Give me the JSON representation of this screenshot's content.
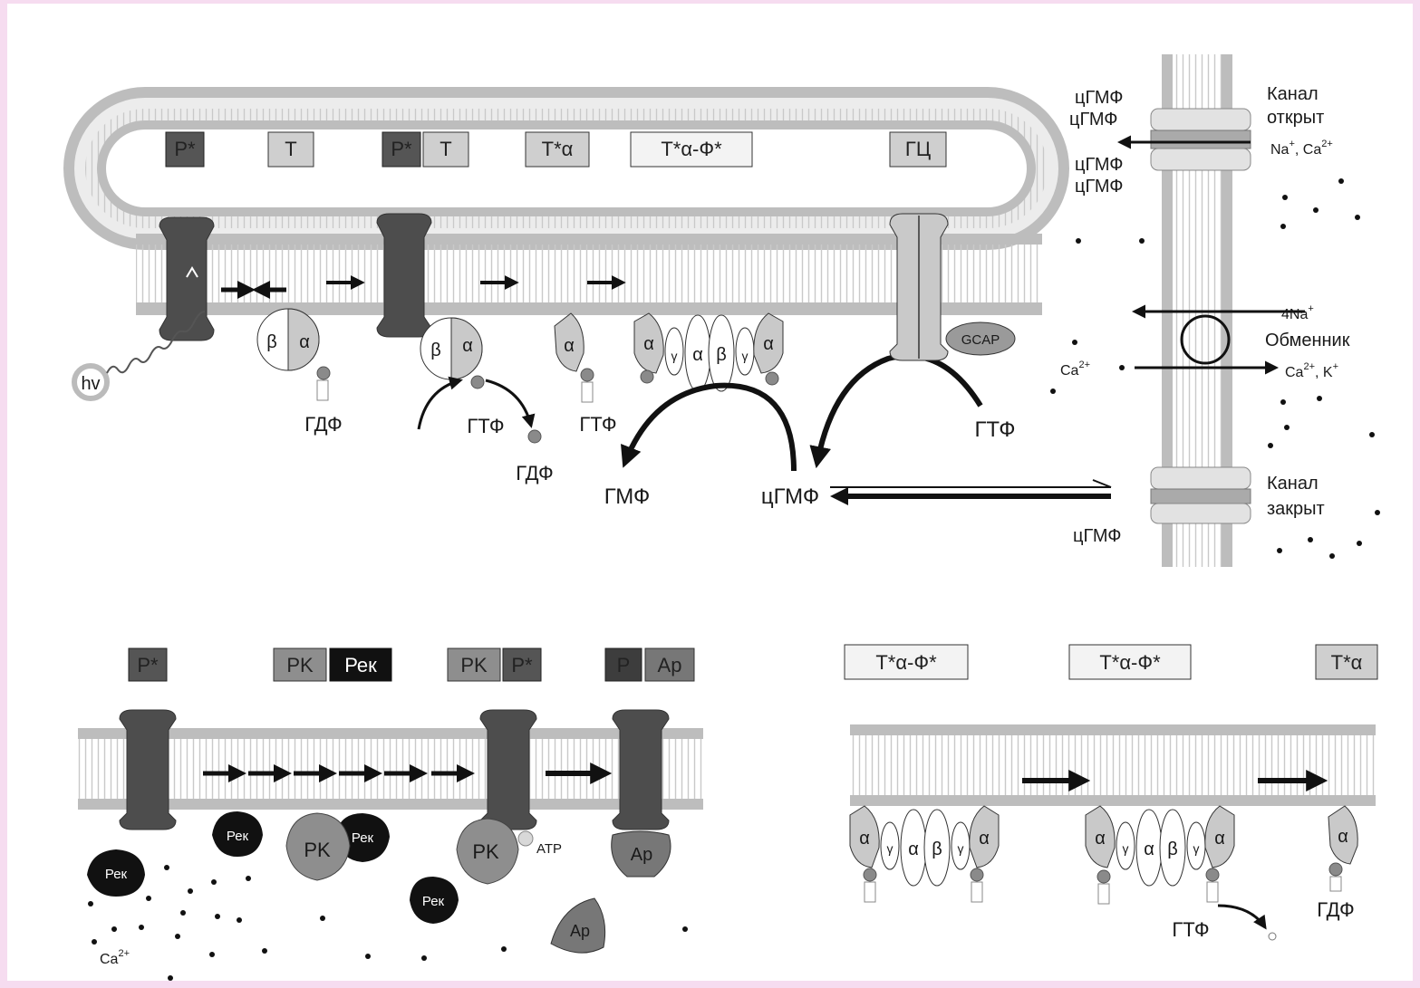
{
  "top": {
    "disk_boxes": [
      "P*",
      "T",
      "P*",
      "T",
      "T*α",
      "T*α-Ф*",
      "ГЦ"
    ],
    "hv": "hv",
    "subunit_alpha": "α",
    "subunit_beta": "β",
    "subunit_gamma": "γ",
    "gdp1": "ГДФ",
    "gtp1": "ГТФ",
    "gdp2": "ГДФ",
    "gtp2": "ГТФ",
    "gmp": "ГМФ",
    "cgmp": "цГМФ",
    "gtp3": "ГТФ",
    "gcap": "GCAP"
  },
  "right": {
    "cgmp_labels": [
      "цГМФ",
      "цГМФ",
      "цГМФ",
      "цГМФ"
    ],
    "channel_open": [
      "Канал",
      "открыт"
    ],
    "na_ca_in": [
      "Na",
      "+",
      ", Ca",
      "2+"
    ],
    "exchanger_na": [
      "4Na",
      "+"
    ],
    "exchanger": "Обменник",
    "ca_in": [
      "Ca",
      "2+"
    ],
    "ca_k_out": [
      "Ca",
      "2+",
      ",  K",
      "+"
    ],
    "channel_closed": [
      "Канал",
      "закрыт"
    ],
    "cgmp_closed": "цГМФ"
  },
  "bottom_left": {
    "boxes": [
      "P*",
      "PK",
      "Рек",
      "PK",
      "P*",
      "P",
      "Ар"
    ],
    "rec": "Рек",
    "pk": "PK",
    "atp": "ATP",
    "arr": "Ар",
    "ca": [
      "Ca",
      "2+"
    ]
  },
  "bottom_right": {
    "boxes": [
      "T*α-Ф*",
      "T*α-Ф*",
      "T*α"
    ],
    "gtp": "ГТФ",
    "gdp": "ГДФ"
  },
  "colors": {
    "membrane": "#bdbdbd",
    "dark_protein": "#4d4d4d",
    "light_protein": "#c9c9c9",
    "black": "#111111"
  }
}
